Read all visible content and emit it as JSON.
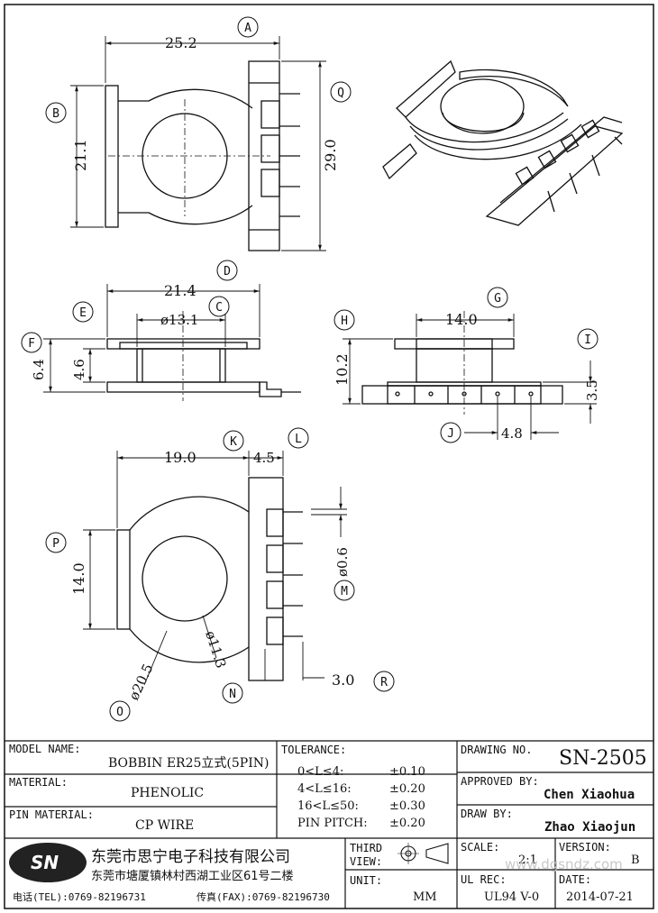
{
  "dims": {
    "A": "25.2",
    "B": "21.1",
    "Q": "29.0",
    "D": "21.4",
    "C": "ø13.1",
    "F": "6.4",
    "E": "4.6",
    "G": "14.0",
    "H": "10.2",
    "I": "3.5",
    "J": "4.8",
    "K": "19.0",
    "L": "4.5",
    "P": "14.0",
    "M": "ø0.6",
    "O": "ø20.5",
    "N": "ø11.3",
    "R": "3.0"
  },
  "callouts": [
    "A",
    "B",
    "Q",
    "D",
    "C",
    "E",
    "F",
    "G",
    "H",
    "I",
    "J",
    "K",
    "L",
    "P",
    "M",
    "O",
    "N",
    "R"
  ],
  "title_block": {
    "model_name_label": "MODEL NAME:",
    "model_name": "BOBBIN ER25立式(5PIN)",
    "material_label": "MATERIAL:",
    "material": "PHENOLIC",
    "pin_material_label": "PIN MATERIAL:",
    "pin_material": "CP WIRE",
    "tolerance_label": "TOLERANCE:",
    "tolerances": [
      {
        "range": "0<L≤4:",
        "tol": "±0.10"
      },
      {
        "range": "4<L≤16:",
        "tol": "±0.20"
      },
      {
        "range": "16<L≤50:",
        "tol": "±0.30"
      },
      {
        "range": "PIN PITCH:",
        "tol": "±0.20"
      }
    ],
    "drawing_no_label": "DRAWING NO.",
    "drawing_no": "SN-2505",
    "approved_label": "APPROVED BY:",
    "approved_by": "Chen Xiaohua",
    "drawn_label": "DRAW BY:",
    "drawn_by": "Zhao Xiaojun",
    "logo_text": "SN",
    "company_cn": "东莞市思宁电子科技有限公司",
    "address_cn": "东莞市塘厦镇林村西湖工业区61号二楼",
    "tel": "电话(TEL):0769-82196731",
    "fax": "传真(FAX):0769-82196730",
    "third_view_label": "THIRD VIEW:",
    "unit_label": "UNIT:",
    "unit": "MM",
    "scale_label": "SCALE:",
    "scale": "2:1",
    "version_label": "VERSION:",
    "version": "B",
    "ul_rec_label": "UL REC:",
    "ul_rec": "UL94 V-0",
    "date_label": "DATE:",
    "date": "2014-07-21",
    "watermark": "www.dgsndz.com"
  }
}
